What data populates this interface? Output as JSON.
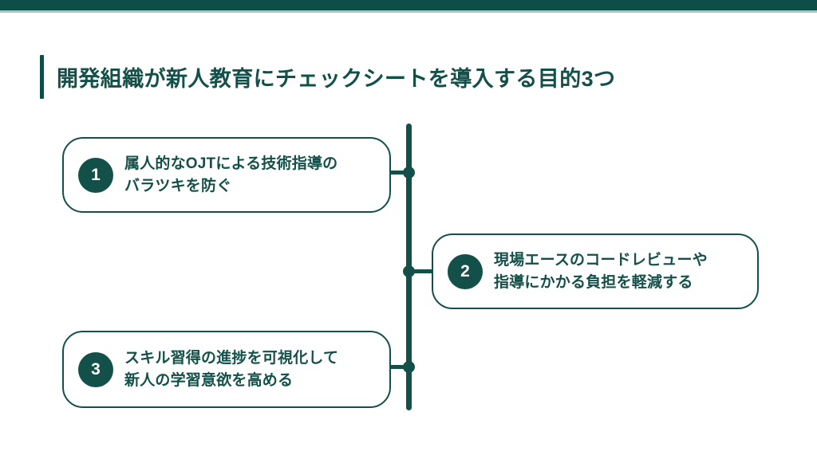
{
  "slide": {
    "background_color": "#ffffff",
    "accent_color": "#14504a",
    "topbar_color": "#0c4f47",
    "topbar_accent_color": "#a9c7c4",
    "title": "開発組織が新人教育にチェックシートを導入する目的3つ"
  },
  "timeline": {
    "orientation": "vertical",
    "dot_count": 3
  },
  "cards": [
    {
      "number": "1",
      "side": "left",
      "line1": "属人的なOJTによる技術指導の",
      "line2": "バラツキを防ぐ"
    },
    {
      "number": "2",
      "side": "right",
      "line1": "現場エースのコードレビューや",
      "line2": "指導にかかる負担を軽減する"
    },
    {
      "number": "3",
      "side": "left",
      "line1": "スキル習得の進捗を可視化して",
      "line2": "新人の学習意欲を高める"
    }
  ]
}
